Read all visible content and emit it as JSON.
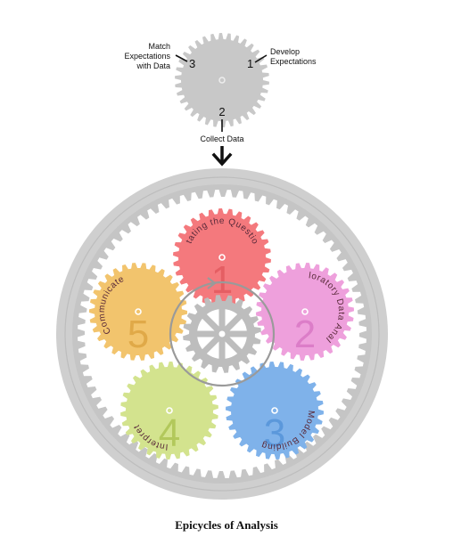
{
  "small_cycle": {
    "gear_color": "#c8c8c8",
    "labels": [
      {
        "number": "1",
        "text_lines": [
          "Develop",
          "Expectations"
        ]
      },
      {
        "number": "2",
        "text_lines": [
          "Collect Data"
        ]
      },
      {
        "number": "3",
        "text_lines": [
          "Match",
          "Expectations",
          "with Data"
        ]
      }
    ]
  },
  "ring_gear": {
    "outer_color": "#cfcfcf",
    "inner_color": "#c2c2c2"
  },
  "sun_gear": {
    "color": "#bdbdbd"
  },
  "planets": [
    {
      "number": "1",
      "label": "Stating the Question",
      "color": "#f4797d",
      "dark": "#e0555b"
    },
    {
      "number": "2",
      "label": "Exploratory Data Analysis",
      "color": "#eea0dc",
      "dark": "#d572c2"
    },
    {
      "number": "3",
      "label": "Model Building",
      "color": "#7fb2ea",
      "dark": "#4f8fd6"
    },
    {
      "number": "4",
      "label": "Interpret",
      "color": "#d3e38e",
      "dark": "#a7bf4a"
    },
    {
      "number": "5",
      "label": "Communicate",
      "color": "#f2c46d",
      "dark": "#d9a03c"
    }
  ],
  "caption": "Epicycles of Analysis"
}
